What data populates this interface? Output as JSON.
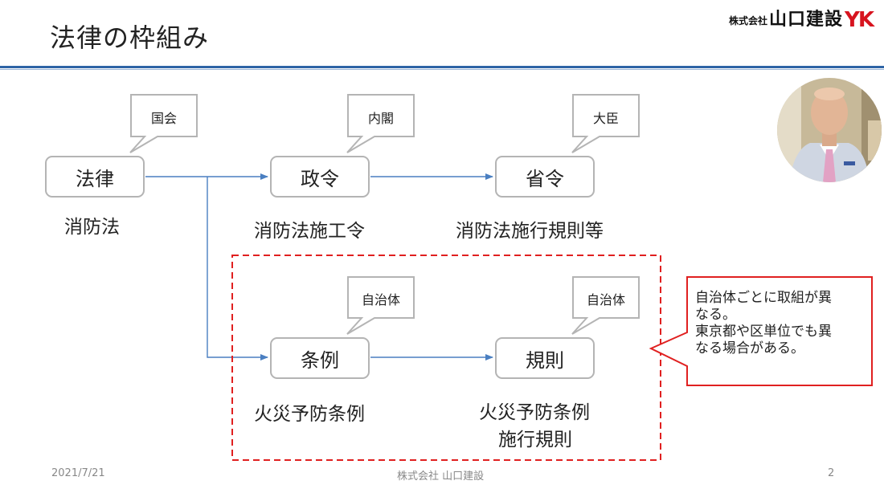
{
  "slide": {
    "title": "法律の枠組み",
    "logo": {
      "prefix": "株式会社",
      "name": "山口建設",
      "mark": "YK"
    }
  },
  "nodes": {
    "horitsu": {
      "label": "法律",
      "bubble": "国会",
      "caption": "消防法"
    },
    "seirei": {
      "label": "政令",
      "bubble": "内閣",
      "caption": "消防法施工令"
    },
    "shorei": {
      "label": "省令",
      "bubble": "大臣",
      "caption": "消防法施行規則等"
    },
    "jorei": {
      "label": "条例",
      "bubble": "自治体",
      "caption": "火災予防条例"
    },
    "kisoku": {
      "label": "規則",
      "bubble": "自治体",
      "caption_line1": "火災予防条例",
      "caption_line2": "施行規則"
    }
  },
  "note": {
    "line1": "自治体ごとに取組が異",
    "line2": "なる。",
    "line3": "東京都や区単位でも異",
    "line4": "なる場合がある。"
  },
  "footer": {
    "date": "2021/7/21",
    "company": "株式会社 山口建設",
    "page": "2"
  },
  "colors": {
    "accent_rule": "#2e64a6",
    "arrow": "#4a7fc1",
    "dashed_frame": "#e02020",
    "callout_border": "#e02020",
    "logo_mark": "#d7141f"
  },
  "icons": {
    "presenter_video": "presenter-webcam-thumbnail"
  }
}
